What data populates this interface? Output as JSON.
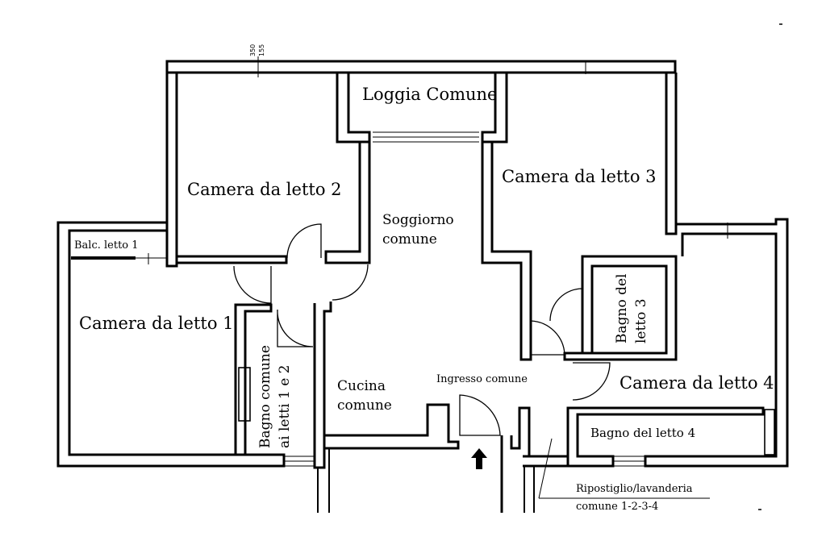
{
  "rooms": {
    "loggia": "Loggia Comune",
    "bed2": "Camera da letto 2",
    "bed3": "Camera da letto 3",
    "bed1": "Camera da letto 1",
    "bed4": "Camera da letto 4",
    "balc1": "Balc. letto 1",
    "living_line1": "Soggiorno",
    "living_line2": "comune",
    "kitchen_line1": "Cucina",
    "kitchen_line2": "comune",
    "entrance": "Ingresso comune",
    "bath12_line1": "Bagno comune",
    "bath12_line2": "ai letti 1 e 2",
    "bath3_line1": "Bagno del",
    "bath3_line2": "letto 3",
    "bath4": "Bagno del letto 4",
    "storage_line1": "Ripostiglio/lavanderia",
    "storage_line2": "comune 1-2-3-4"
  },
  "dimension": {
    "a": "350",
    "b": "155"
  },
  "entrance_arrow": "entrance-arrow-icon"
}
